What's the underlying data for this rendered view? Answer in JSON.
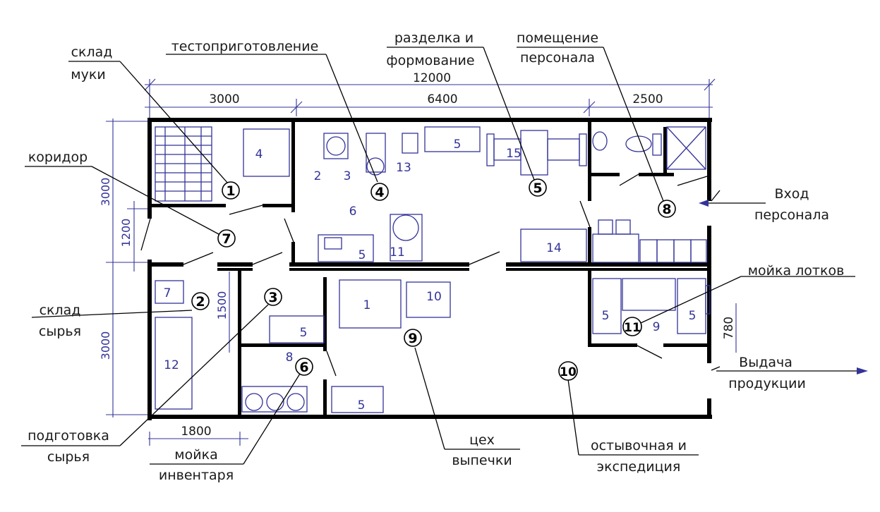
{
  "rooms": {
    "r1": "склад",
    "r1b": "муки",
    "r2": "склад",
    "r2b": "сырья",
    "r3": "подготовка",
    "r3b": "сырья",
    "r4": "тестоприготовление",
    "r5": "разделка и",
    "r5b": "формование",
    "r6": "мойка",
    "r6b": "инвентаря",
    "r7": "коридор",
    "r8": "помещение",
    "r8b": "персонала",
    "r9": "цех",
    "r9b": "выпечки",
    "r10": "остывочная и",
    "r10b": "экспедиция",
    "r11": "мойка лотков"
  },
  "entrance": {
    "line1": "Вход",
    "line2": "персонала"
  },
  "exit": {
    "line1": "Выдача",
    "line2": "продукции"
  },
  "callouts": [
    "1",
    "2",
    "3",
    "4",
    "5",
    "6",
    "7",
    "8",
    "9",
    "10",
    "11"
  ],
  "dimensions": {
    "total": "12000",
    "seg1": "3000",
    "seg2": "6400",
    "seg3": "2500",
    "left_top": "3000",
    "left_bottom": "3000",
    "door_gap": "1200",
    "inner": "1500",
    "bottom_left": "1800",
    "right_small": "780"
  },
  "equipment": {
    "e4": "4",
    "e2": "2",
    "e3": "3",
    "e13": "13",
    "e5a": "5",
    "e15": "15",
    "e6": "6",
    "e5b": "5",
    "e11a": "11",
    "e14": "14",
    "e1": "1",
    "e10": "10",
    "e5c": "5",
    "e7": "7",
    "e12": "12",
    "e8": "8",
    "e5d": "5",
    "e5e": "5",
    "e9": "9",
    "e5f": "5"
  }
}
